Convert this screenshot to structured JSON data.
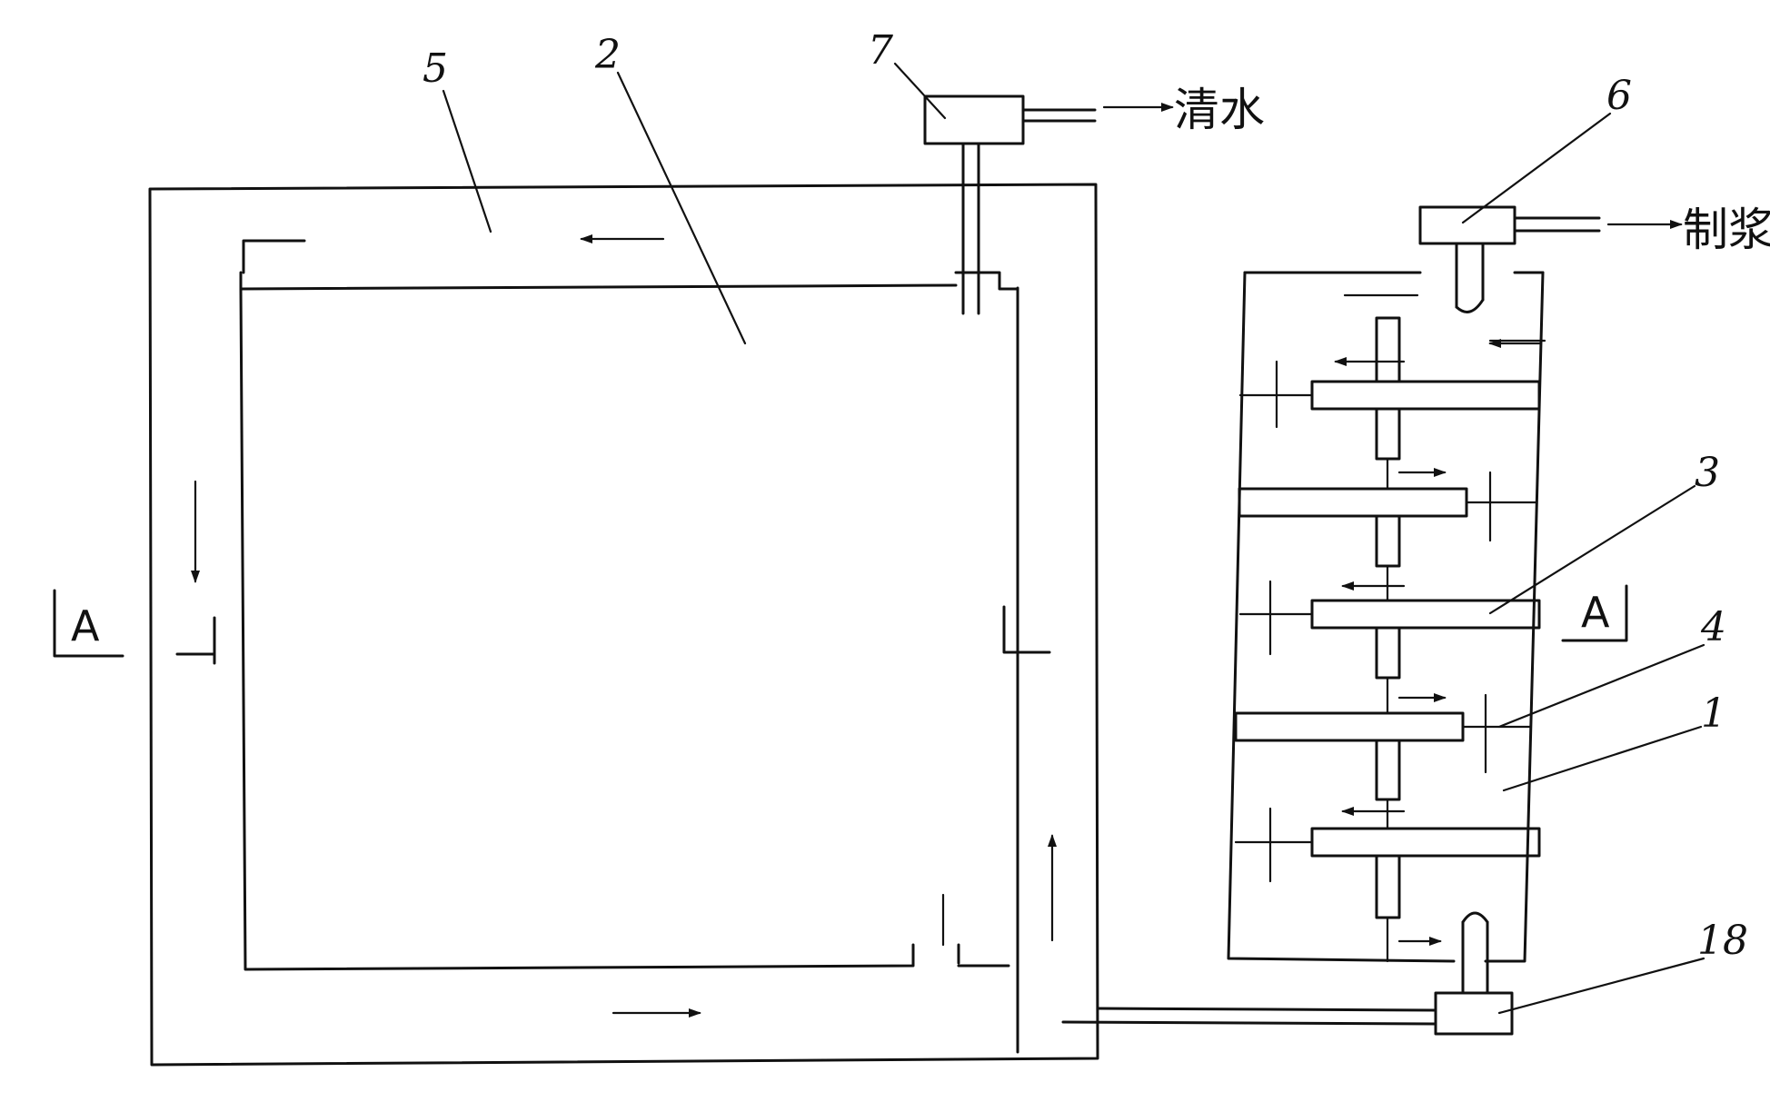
{
  "labels": {
    "n1": "1",
    "n2": "2",
    "n3": "3",
    "n4": "4",
    "n5": "5",
    "n6": "6",
    "n7": "7",
    "n18": "18"
  },
  "section_mark": "A",
  "outlets": {
    "clear_water": "清水",
    "pulping": "制浆"
  }
}
